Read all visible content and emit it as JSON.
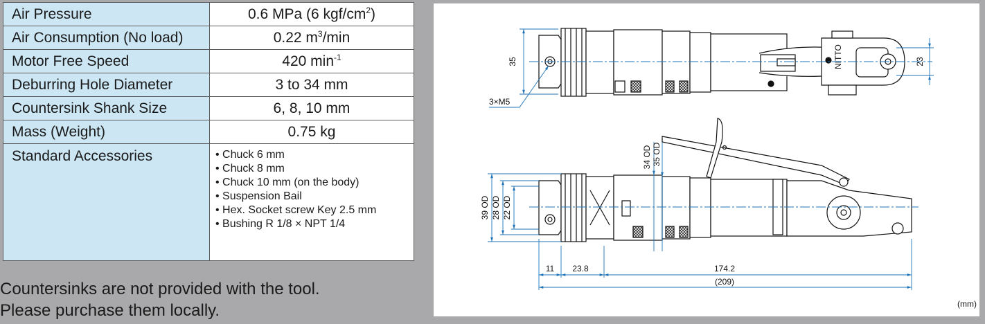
{
  "specs": [
    {
      "label": "Air Pressure",
      "value": "0.6 MPa (6 kgf/cm",
      "sup": "2",
      "tail": ")"
    },
    {
      "label": "Air Consumption (No load)",
      "value": "0.22 m",
      "sup": "3",
      "tail": "/min"
    },
    {
      "label": "Motor Free Speed",
      "value": "420 min",
      "sup": "-1",
      "tail": ""
    },
    {
      "label": "Deburring Hole Diameter",
      "value": "3 to 34 mm",
      "sup": "",
      "tail": ""
    },
    {
      "label": "Countersink Shank Size",
      "value": "6, 8, 10 mm",
      "sup": "",
      "tail": ""
    },
    {
      "label": "Mass (Weight)",
      "value": "0.75 kg",
      "sup": "",
      "tail": ""
    }
  ],
  "accessories": {
    "label": "Standard Accessories",
    "items": [
      "Chuck 6 mm",
      "Chuck 8 mm",
      "Chuck 10 mm (on the body)",
      "Suspension Bail",
      "Hex. Socket screw Key 2.5 mm",
      "Bushing R 1/8 × NPT 1/4"
    ]
  },
  "note": {
    "line1": "Countersinks are not provided with the tool.",
    "line2": "Please purchase them locally."
  },
  "drawing": {
    "unit": "(mm)",
    "brand": "NITTO",
    "top_view": {
      "dim_left": "35",
      "dim_right": "23",
      "thread_callout": "3×M5"
    },
    "side_view": {
      "dim_39": "39 OD",
      "dim_28": "28 OD",
      "dim_22": "22 OD",
      "dim_34": "34 OD",
      "dim_35": "35 OD",
      "len_11": "11",
      "len_23_8": "23.8",
      "len_174_2": "174.2",
      "len_total": "(209)"
    }
  }
}
